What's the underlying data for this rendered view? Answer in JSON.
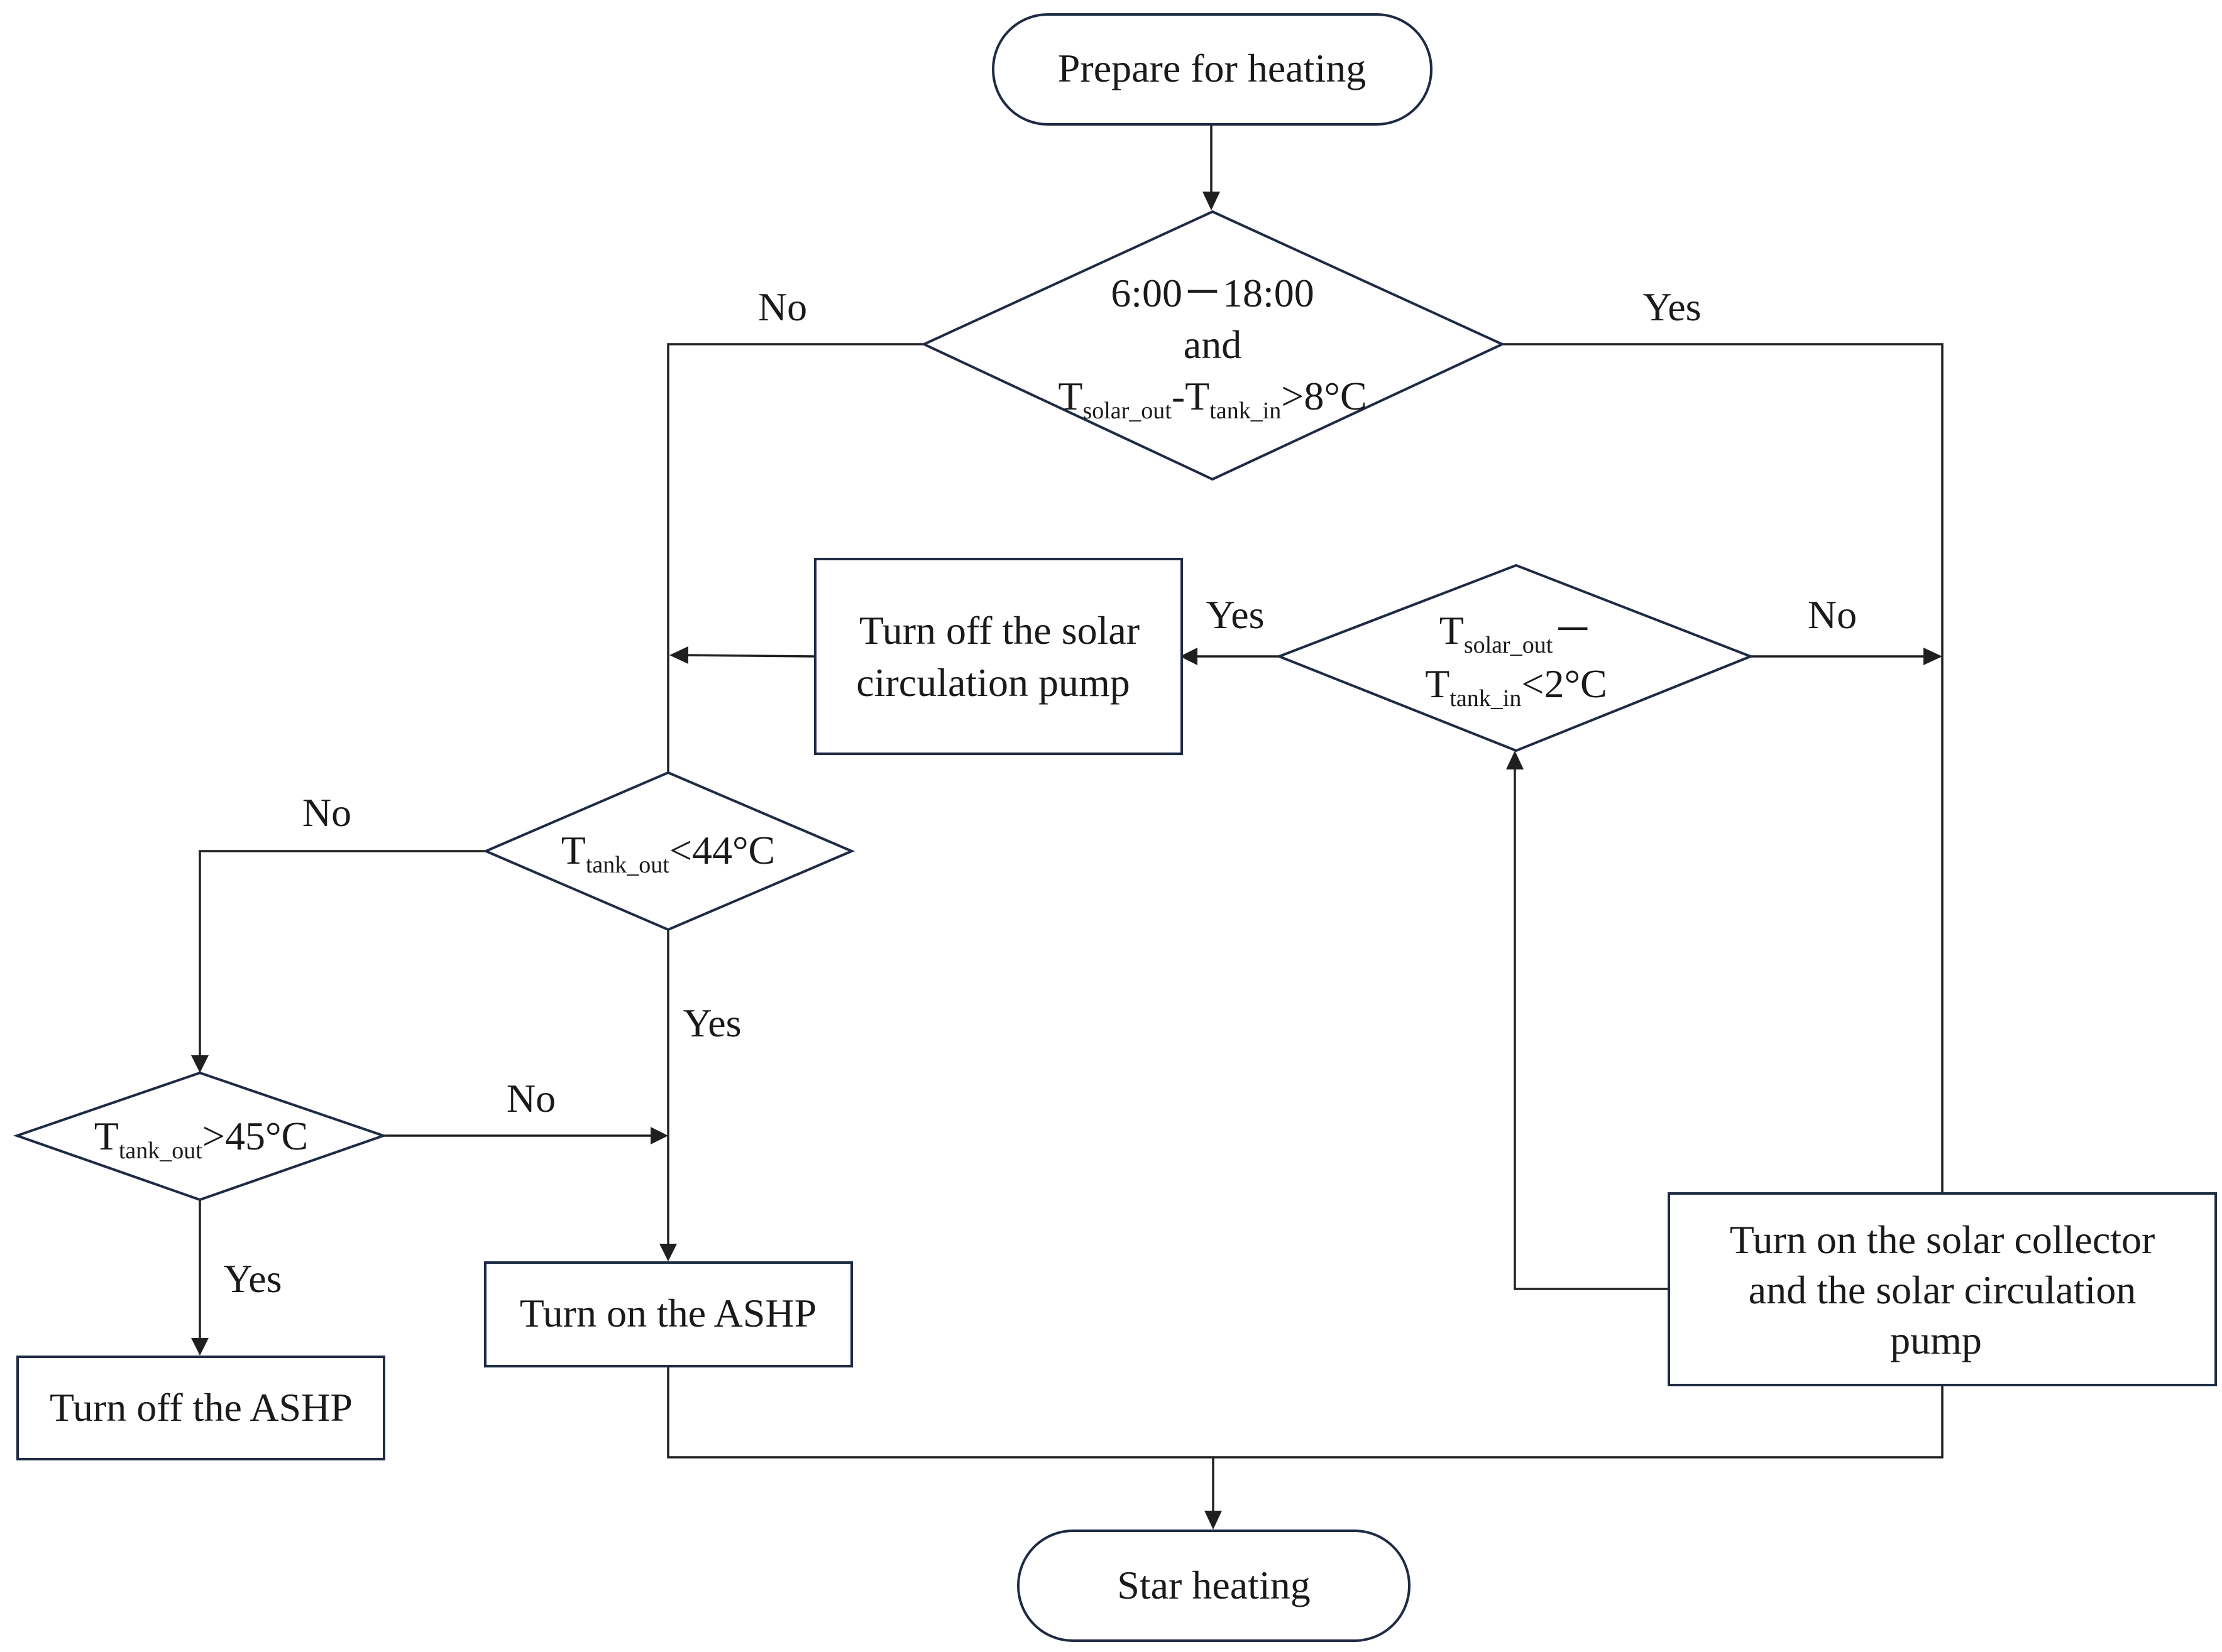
{
  "nodes": {
    "start": "Prepare for heating",
    "decision_time": {
      "line1": "6:00－18:00",
      "line2": "and",
      "t1": "T",
      "s1": "solar_out",
      "mid": "-T",
      "s2": "tank_in",
      "tail": ">8°C"
    },
    "decision_solar_diff": {
      "t1": "T",
      "s1": "solar_out",
      "dash": "－",
      "t2": "T",
      "s2": "tank_in",
      "tail": "<2°C"
    },
    "box_pump_off": {
      "line1": "Turn off the solar",
      "line2": "circulation pump"
    },
    "decision_tank44": {
      "t": "T",
      "s": "tank_out",
      "tail": "<44°C"
    },
    "decision_tank45": {
      "t": "T",
      "s": "tank_out",
      "tail": ">45°C"
    },
    "box_ashp_on": "Turn on the ASHP",
    "box_ashp_off": "Turn off the ASHP",
    "box_solar_on": {
      "line1": "Turn on the solar collector",
      "line2": "and the solar circulation",
      "line3": "pump"
    },
    "end": "Star heating"
  },
  "edge_labels": {
    "time_no": "No",
    "time_yes": "Yes",
    "diff_yes": "Yes",
    "diff_no": "No",
    "t44_no": "No",
    "t44_yes": "Yes",
    "t45_no": "No",
    "t45_yes": "Yes"
  },
  "colors": {
    "shape_stroke": "#1f2a44",
    "connector": "#1f1f1f",
    "text": "#1a1a1a"
  }
}
